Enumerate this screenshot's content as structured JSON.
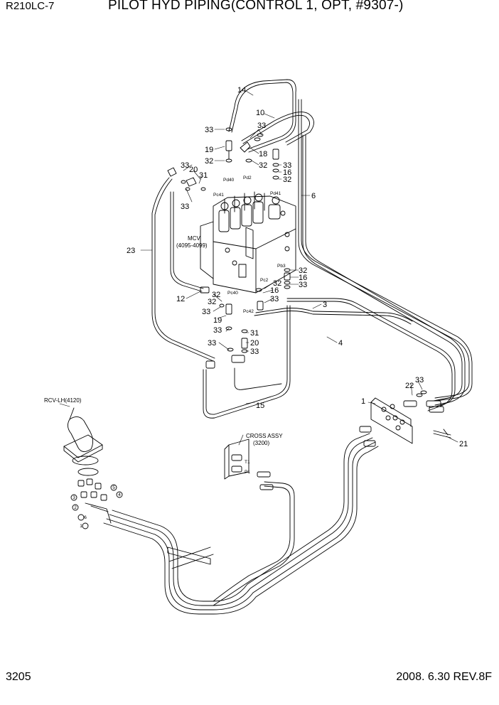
{
  "header": {
    "model": "R210LC-7",
    "title": "PILOT HYD PIPING(CONTROL 1, OPT, #9307-)"
  },
  "footer": {
    "page_number": "3205",
    "revision": "2008. 6.30  REV.8F"
  },
  "labels": {
    "mcv": "MCV",
    "mcv_range": "(4095-4099)",
    "rcv": "RCV-LH(4120)",
    "cross_assy": "CROSS ASSY",
    "cross_assy_no": "(3200)"
  },
  "ports": {
    "pd40": "Pd40",
    "pd2": "Pd2",
    "pd41": "Pd41",
    "pc41": "Pc41",
    "pc40": "Pc40",
    "pc42": "Pc42",
    "pc2": "Pc2",
    "pb3": "Pb3",
    "t1": "T1",
    "p1": "P1"
  },
  "joystick_ports": [
    "1",
    "2",
    "3",
    "4",
    "5",
    "6"
  ],
  "callouts": {
    "c14": "14",
    "c10": "10",
    "c6": "6",
    "c3": "3",
    "c4": "4",
    "c23": "23",
    "c15": "15",
    "c12": "12",
    "c1": "1",
    "c21": "21",
    "c22": "22",
    "c33_acc": "33",
    "c33_a": "33",
    "c33_b": "33",
    "c19_top": "19",
    "c32_a": "32",
    "c18": "18",
    "c32_b": "32",
    "c33_c": "33",
    "c16_a": "16",
    "c32_c": "32",
    "c33_d": "33",
    "c20_a": "20",
    "c31_a": "31",
    "c33_e": "33",
    "c32_d": "32",
    "c16_b": "16",
    "c32_e": "32",
    "c33_f": "33",
    "c32_f": "32",
    "c16_c": "16",
    "c33_g": "33",
    "c32_g": "32",
    "c33_h": "33",
    "c19_bot": "19",
    "c33_i": "33",
    "c31_b": "31",
    "c20_b": "20",
    "c33_j": "33",
    "c33_k": "33"
  }
}
